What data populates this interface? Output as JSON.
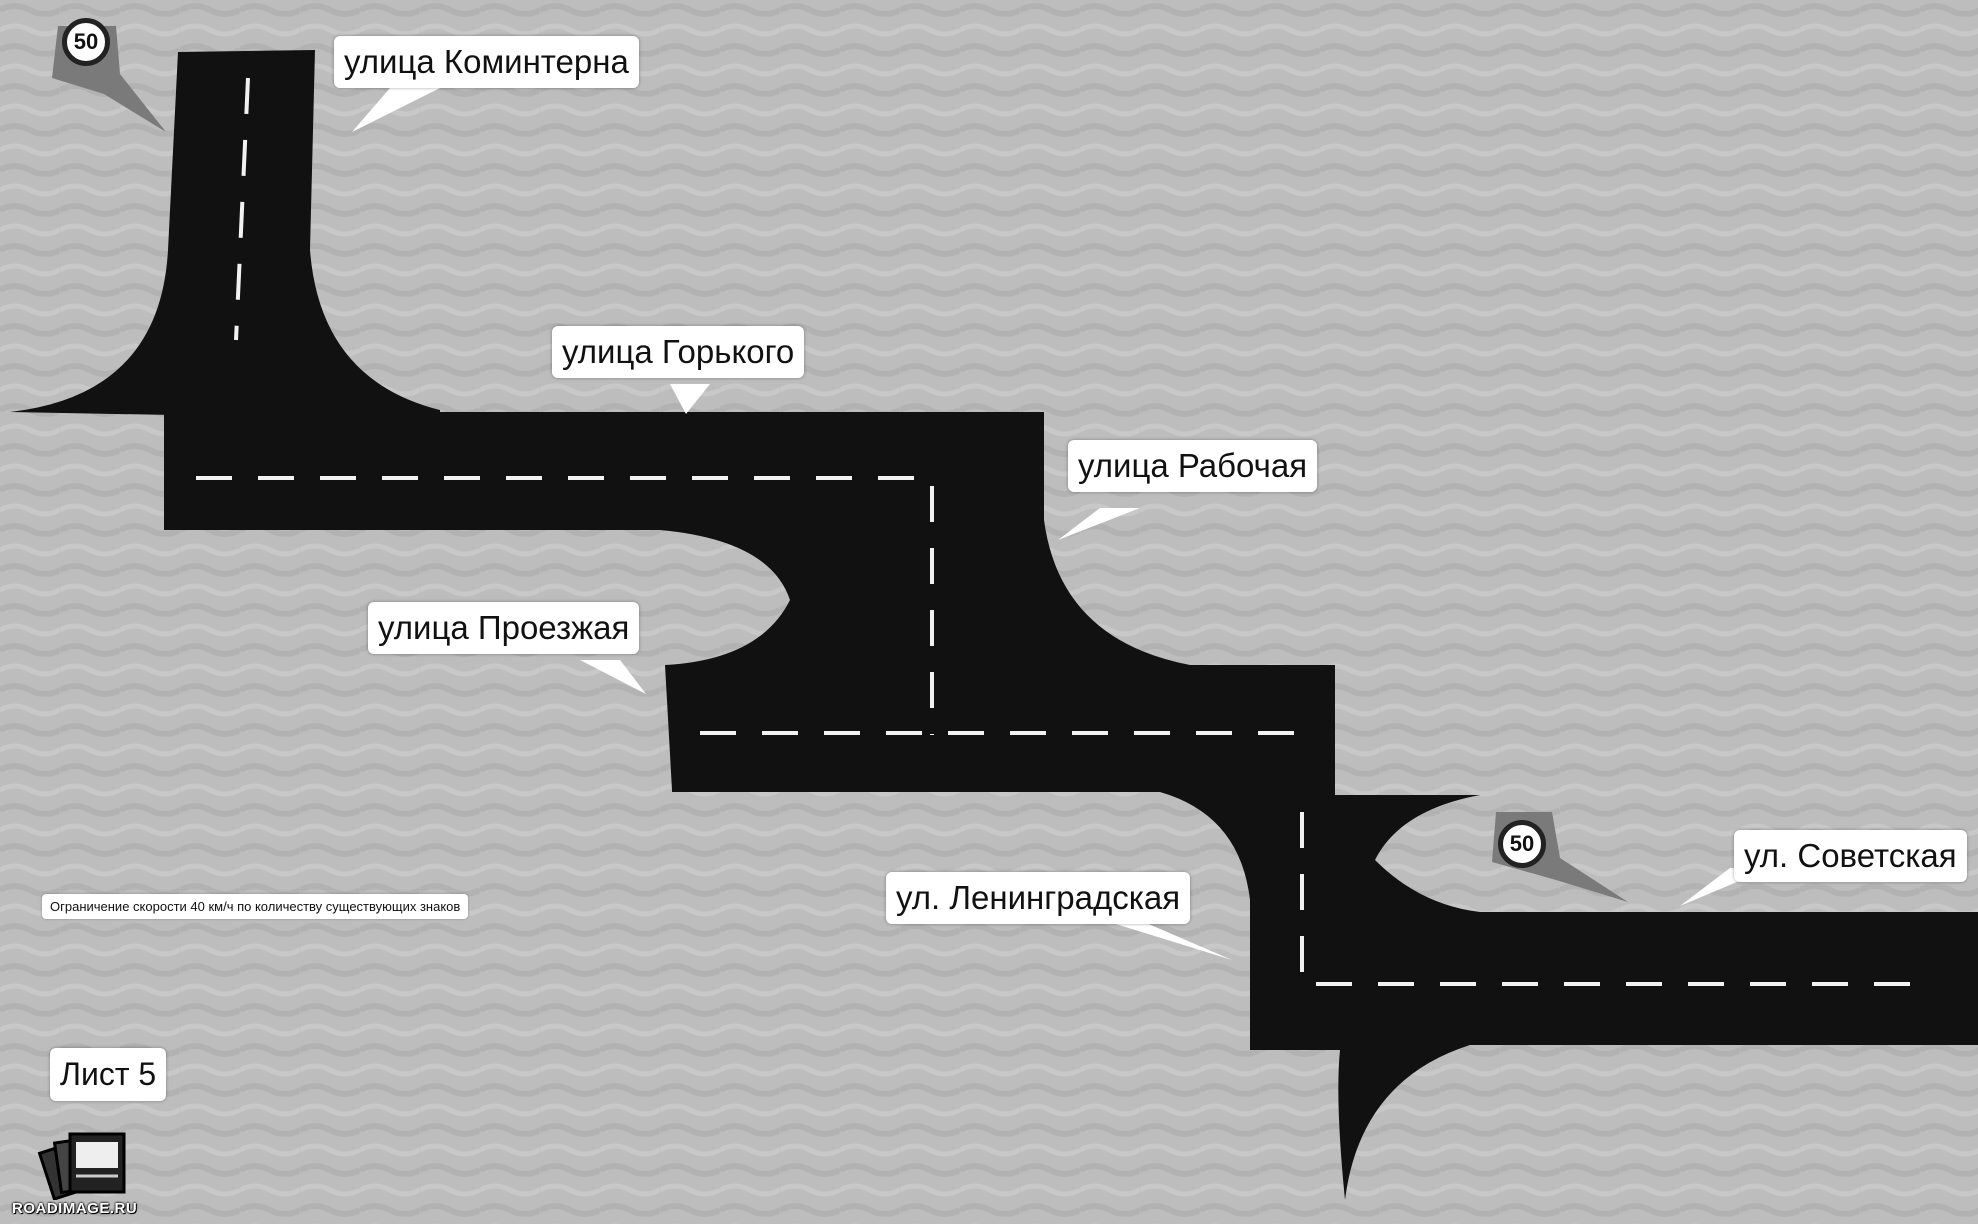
{
  "streets": {
    "kominterna": "улица Коминтерна",
    "gorkogo": "улица Горького",
    "rabochaya": "улица Рабочая",
    "proezzhaya": "улица Проезжая",
    "leningradskaya": "ул. Ленинградская",
    "sovetskaya": "ул. Советская"
  },
  "speed_signs": {
    "top_left": "50",
    "right": "50"
  },
  "note": "Ограничение скорости 40 км/ч по количеству существующих знаков",
  "sheet_label": "Лист 5",
  "logo": "ROADIMAGE.RU",
  "colors": {
    "road": "#111111",
    "background": "#b9b9b9",
    "marking": "#ffffff",
    "callout": "#ffffff"
  }
}
